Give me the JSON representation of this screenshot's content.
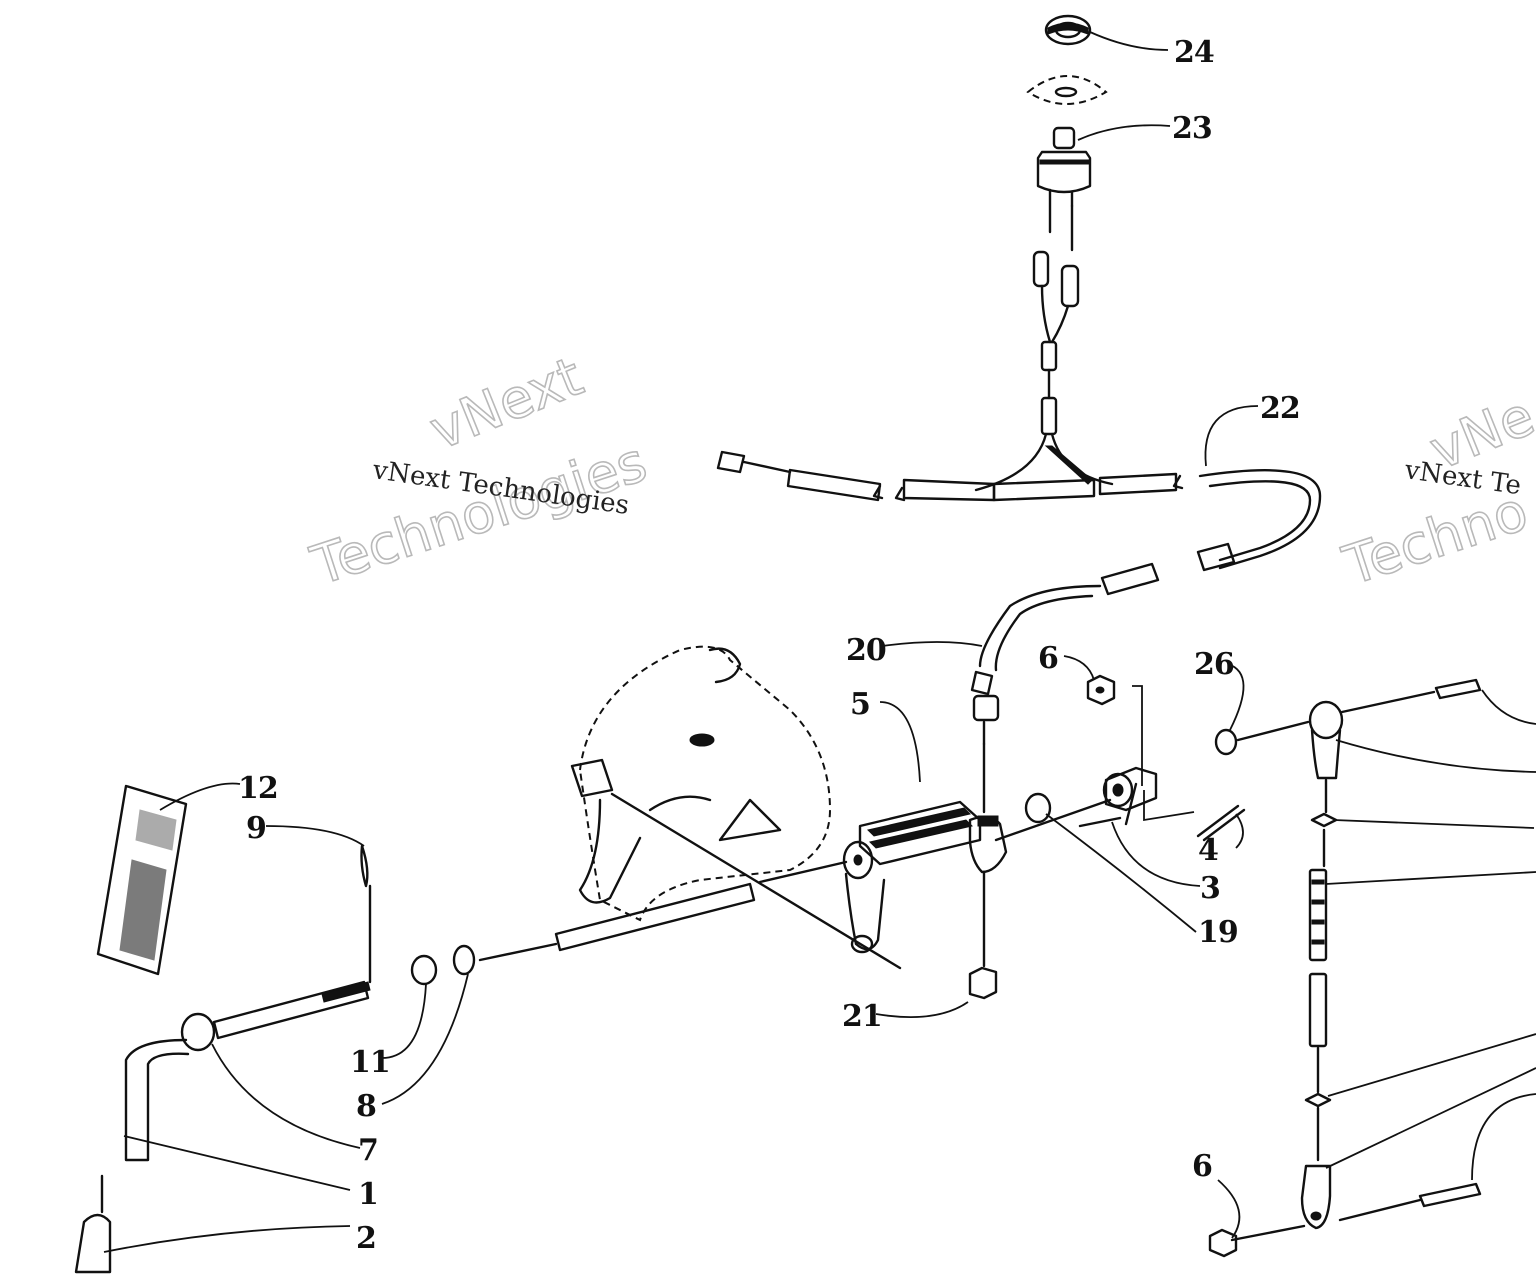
{
  "diagram": {
    "callouts": [
      "24",
      "23",
      "22",
      "20",
      "6",
      "26",
      "5",
      "12",
      "9",
      "4",
      "3",
      "19",
      "21",
      "11",
      "8",
      "7",
      "1",
      "2",
      "6"
    ],
    "watermark": {
      "small_text": "vNext Technologies",
      "big_line1": "vNext",
      "big_line2": "Technologies",
      "small_text_right": "vNext Te",
      "big_line1_right": "vNe",
      "big_line2_right": "Techno"
    }
  }
}
